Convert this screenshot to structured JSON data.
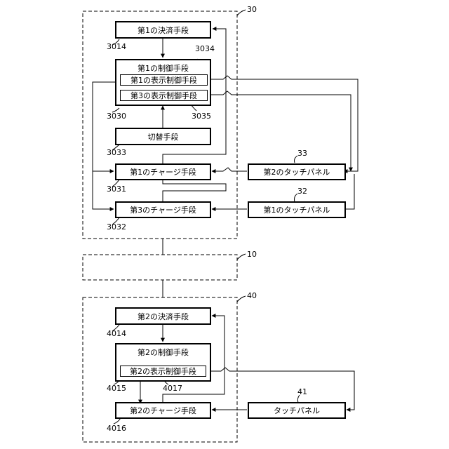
{
  "section30": {
    "ref": "30",
    "payment1": {
      "label": "第1の決済手段",
      "ref": "3014"
    },
    "control1": {
      "label": "第1の制御手段",
      "ref": "3030",
      "ref_corner": "3034"
    },
    "display1": {
      "label": "第1の表示制御手段"
    },
    "display3": {
      "label": "第3の表示制御手段",
      "ref": "3035"
    },
    "switch": {
      "label": "切替手段",
      "ref": "3033"
    },
    "charge1": {
      "label": "第1のチャージ手段",
      "ref": "3031"
    },
    "charge3": {
      "label": "第3のチャージ手段",
      "ref": "3032"
    },
    "touch2": {
      "label": "第2のタッチパネル",
      "ref": "33"
    },
    "touch1": {
      "label": "第1のタッチパネル",
      "ref": "32"
    }
  },
  "section10": {
    "ref": "10"
  },
  "section40": {
    "ref": "40",
    "payment2": {
      "label": "第2の決済手段",
      "ref": "4014"
    },
    "control2": {
      "label": "第2の制御手段",
      "ref": "4015"
    },
    "display2": {
      "label": "第2の表示制御手段",
      "ref": "4017"
    },
    "charge2": {
      "label": "第2のチャージ手段",
      "ref": "4016"
    },
    "touch": {
      "label": "タッチパネル",
      "ref": "41"
    }
  }
}
